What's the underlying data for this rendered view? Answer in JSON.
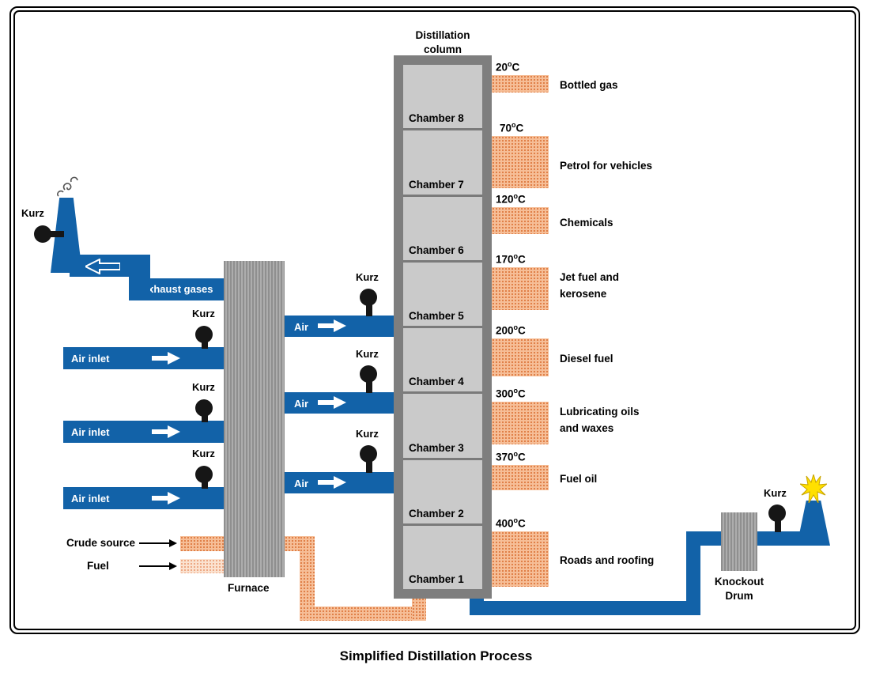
{
  "diagram": {
    "title": "Simplified Distillation Process",
    "column": {
      "label_line1": "Distillation",
      "label_line2": "column",
      "chambers": [
        "Chamber 8",
        "Chamber 7",
        "Chamber 6",
        "Chamber 5",
        "Chamber 4",
        "Chamber 3",
        "Chamber 2",
        "Chamber 1"
      ]
    },
    "outputs": [
      {
        "temp": "20",
        "degree": "o",
        "unit": "C",
        "label": "Bottled gas",
        "label2": ""
      },
      {
        "temp": "70",
        "degree": "o",
        "unit": "C",
        "label": "Petrol for vehicles",
        "label2": ""
      },
      {
        "temp": "120",
        "degree": "o",
        "unit": "C",
        "label": "Chemicals",
        "label2": ""
      },
      {
        "temp": "170",
        "degree": "o",
        "unit": "C",
        "label": "Jet fuel and",
        "label2": "kerosene"
      },
      {
        "temp": "200",
        "degree": "o",
        "unit": "C",
        "label": "Diesel fuel",
        "label2": ""
      },
      {
        "temp": "300",
        "degree": "o",
        "unit": "C",
        "label": "Lubricating oils",
        "label2": "and waxes"
      },
      {
        "temp": "370",
        "degree": "o",
        "unit": "C",
        "label": "Fuel oil",
        "label2": ""
      },
      {
        "temp": "400",
        "degree": "o",
        "unit": "C",
        "label": "Roads and roofing",
        "label2": ""
      }
    ],
    "furnace_label": "Furnace",
    "exhaust_label": "Exhaust gases",
    "air_inlets": [
      "Air inlet",
      "Air inlet",
      "Air inlet"
    ],
    "air_feeds": [
      "Air",
      "Air",
      "Air"
    ],
    "instrument_label": "Kurz",
    "crude_label": "Crude source",
    "fuel_label": "Fuel",
    "knockout_label_line1": "Knockout",
    "knockout_label_line2": "Drum",
    "colors": {
      "pipe_blue": "#1262A8",
      "stream_orange": "#F0A276",
      "metal_gray": "#9A9A9A",
      "flame_yellow": "#FFE000"
    }
  }
}
